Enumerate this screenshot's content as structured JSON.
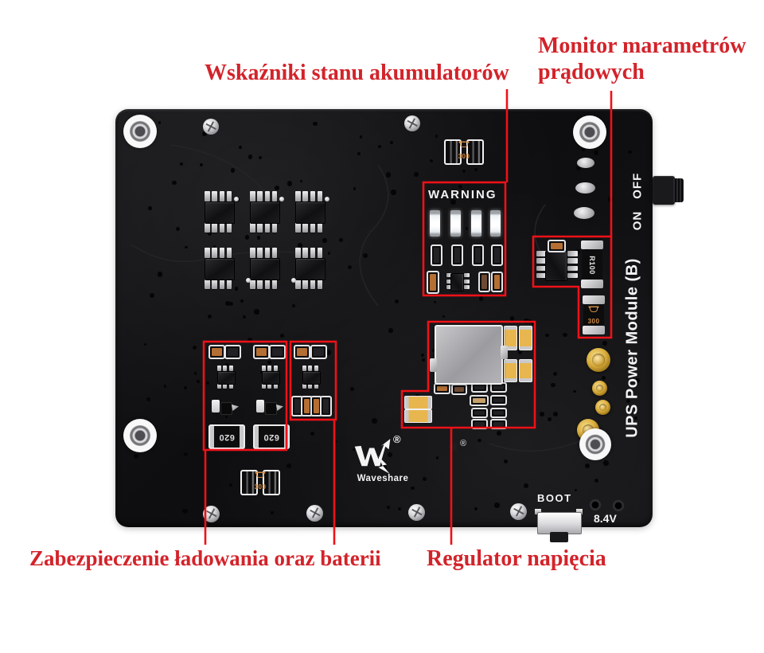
{
  "annotations": {
    "text_color": "#d3232a",
    "outline_color": "#ee1118",
    "battery_indicators": "Wskaźniki stanu akumulatorów",
    "current_monitor": "Monitor marametrów prądowych",
    "charging_battery_protection": "Zabezpieczenie ładowania oraz baterii",
    "voltage_regulator": "Regulator napięcia"
  },
  "board": {
    "model_name": "UPS Power Module (B)",
    "silkscreen": {
      "warning": "WARNING",
      "on": "ON",
      "off": "OFF",
      "boot": "BOOT",
      "voltage": "8.4V",
      "brand": "Waveshare",
      "registered_mark": "®"
    },
    "component_markings": {
      "shunt_resistor": "R100",
      "fuse": "300",
      "resistor": "620"
    },
    "colors": {
      "pcb_black": "#101013",
      "gold_contact": "#c69c30",
      "capacitor_yellow": "#e6b54d",
      "silkscreen_white": "#f5f5f5"
    }
  }
}
